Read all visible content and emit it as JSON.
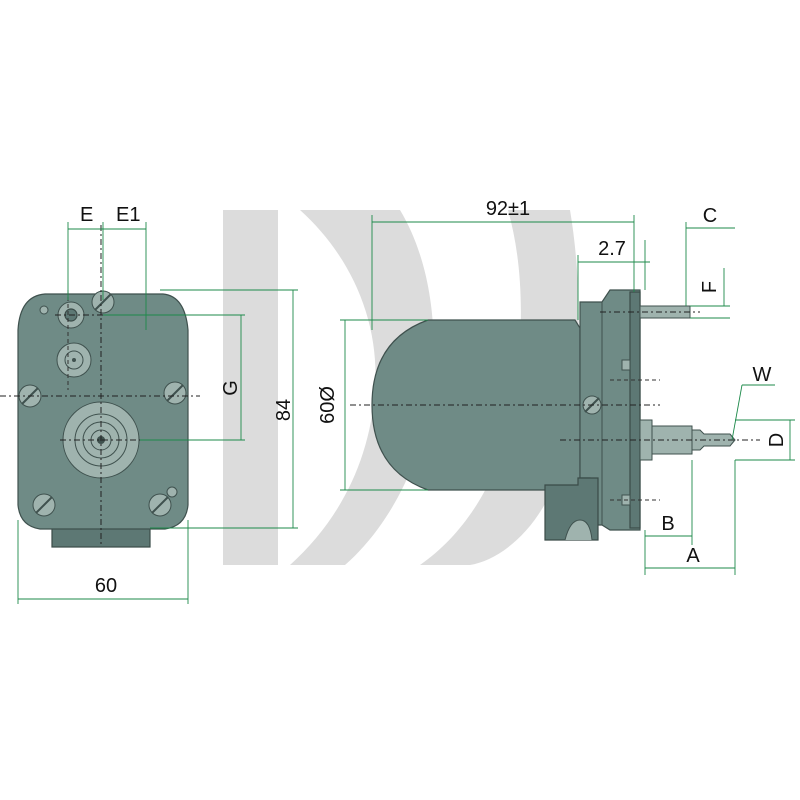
{
  "dimensions": {
    "e": "E",
    "e1": "E1",
    "g": "G",
    "height_84": "84",
    "width_60": "60",
    "length_92": "92±1",
    "diameter_60": "60Ø",
    "offset_2_7": "2.7",
    "c": "C",
    "f": "F",
    "w": "W",
    "d": "D",
    "b": "B",
    "a": "A"
  },
  "colors": {
    "body": "#6f8b86",
    "dimension_lines": "#1d8a4a",
    "watermark": "#d9d9d9"
  }
}
